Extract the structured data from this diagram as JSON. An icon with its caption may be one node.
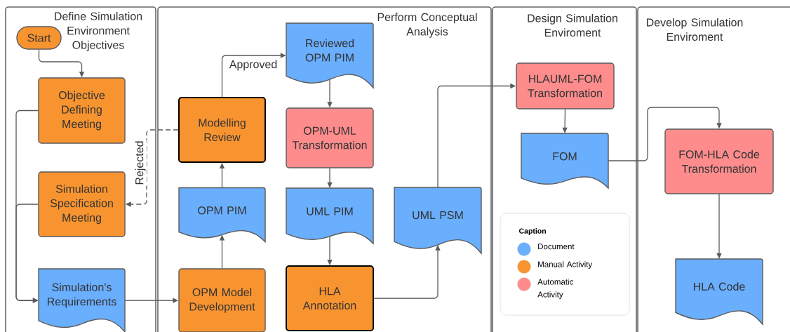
{
  "diagram": {
    "nodes": [
      {
        "text": [
          "Define Simulation Environment Objectives"
        ]
      },
      {
        "text": [
          "Start"
        ],
        "in": 0
      },
      {
        "text": [
          "Objective Defining Meeting"
        ],
        "in": 0
      },
      {
        "text": [
          "Simulation Specification Meeting"
        ],
        "in": 0
      },
      {
        "text": [
          "Simulation's Requirements"
        ],
        "in": 0
      },
      {
        "text": [
          "Perform Conceptual Analysis"
        ]
      },
      {
        "text": [
          "Reviewed OPM PIM"
        ],
        "in": 5
      },
      {
        "text": [
          "Modelling Review"
        ],
        "in": 5
      },
      {
        "text": [
          "OPM-UML Transformation"
        ],
        "in": 5
      },
      {
        "text": [
          "OPM PIM"
        ],
        "in": 5
      },
      {
        "text": [
          "UML PIM"
        ],
        "in": 5
      },
      {
        "text": [
          "UML PSM"
        ],
        "in": 5
      },
      {
        "text": [
          "OPM Model Development"
        ],
        "in": 5
      },
      {
        "text": [
          "HLA Annotation"
        ],
        "in": 5
      },
      {
        "text": [
          "Design Simulation Enviroment"
        ]
      },
      {
        "text": [
          "HLAUML-FOM Transformation"
        ],
        "in": 14
      },
      {
        "text": [
          "FOM"
        ],
        "in": 14
      },
      {
        "text": [
          "Develop Simulation Enviroment"
        ]
      },
      {
        "text": [
          "FOM-HLA Code Transformation"
        ],
        "in": 17
      },
      {
        "text": [
          "HLA Code"
        ],
        "in": 17
      }
    ],
    "edges": [
      {
        "from": 1,
        "to": 2,
        "arrow": "to"
      },
      {
        "from": 2,
        "to": 4,
        "arrow": "to"
      },
      {
        "from": 3,
        "to": 4,
        "arrow": "to"
      },
      {
        "from": 4,
        "to": 12,
        "arrow": "to"
      },
      {
        "from": 12,
        "to": 9,
        "arrow": "to"
      },
      {
        "from": 9,
        "to": 7,
        "arrow": "to"
      },
      {
        "from": 7,
        "to": 6,
        "arrow": "to",
        "label": "Approved"
      },
      {
        "from": 7,
        "to": 3,
        "arrow": "to",
        "label": "Rejected",
        "style": "dashed"
      },
      {
        "from": 6,
        "to": 8,
        "arrow": "to"
      },
      {
        "from": 8,
        "to": 10,
        "arrow": "to"
      },
      {
        "from": 10,
        "to": 13,
        "arrow": "to"
      },
      {
        "from": 13,
        "to": 11,
        "arrow": "to"
      },
      {
        "from": 11,
        "to": 15,
        "arrow": "to"
      },
      {
        "from": 15,
        "to": 16,
        "arrow": "to"
      },
      {
        "from": 16,
        "to": 18,
        "arrow": "to"
      },
      {
        "from": 18,
        "to": 19,
        "arrow": "to"
      }
    ],
    "labels": [
      "Caption"
    ],
    "legend": [
      {
        "text": "Document",
        "color": "#6aaefe"
      },
      {
        "text": "Manual Activity",
        "color": "#f89430"
      },
      {
        "text": "Automatic Activity",
        "color": "#fe8c8c"
      }
    ]
  }
}
